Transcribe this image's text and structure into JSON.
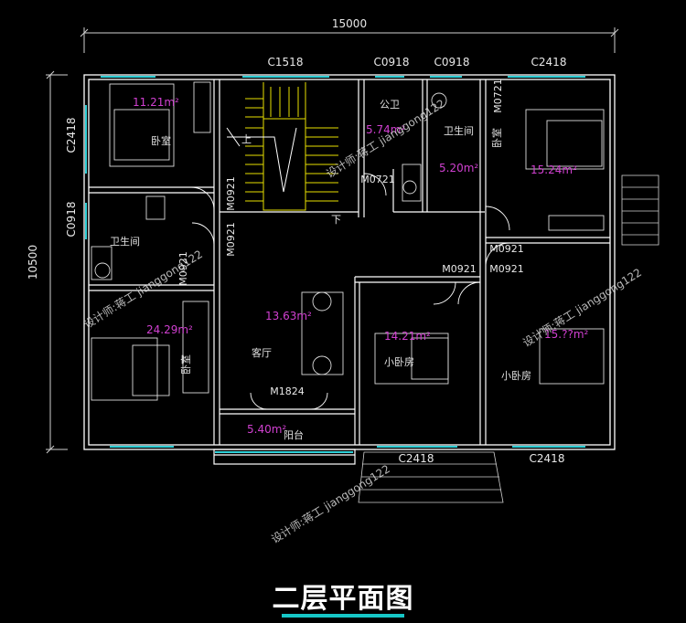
{
  "drawing": {
    "title": "二层平面图",
    "overall_width": "15000",
    "overall_depth": "10500",
    "dims_left": [
      "C2418",
      "C0918"
    ],
    "top_windows": [
      "C1518",
      "C0918",
      "C0918",
      "C2418"
    ],
    "bottom_windows": [
      "C2418",
      "C2418"
    ],
    "doors": {
      "m0921_a": "M0921",
      "m0921_b": "M0921",
      "m0921_c": "M0921",
      "m0921_d": "M0921",
      "m0921_e": "M0921",
      "m0921_f": "M0921",
      "m0721_a": "M0721",
      "m0721_b": "M0721",
      "m1824": "M1824"
    },
    "rooms": {
      "bedroom_nw": "卧室",
      "bathroom_w": "卫生间",
      "bedroom_sw": "卧室",
      "living": "客厅",
      "public_wc": "公卫",
      "bathroom_e": "卫生间",
      "bedroom_ne": "卧室",
      "small_bedroom_mid": "小卧房",
      "small_bedroom_e": "小卧房",
      "balcony": "阳台",
      "stair_up": "上",
      "stair_down": "下"
    },
    "areas": {
      "bedroom_nw": "11.21m²",
      "public_wc": "5.74m²",
      "bathroom_e": "5.20m²",
      "bedroom_ne": "15.24m²",
      "bedroom_sw": "24.29m²",
      "living": "13.63m²",
      "small_bedroom_mid": "14.21m²",
      "small_bedroom_e": "15.??m²",
      "balcony": "5.40m²"
    },
    "watermark": "设计师:蒋工 jianggong122",
    "colors": {
      "wall": "#ffffff",
      "window": "#2ecfd6",
      "stair": "#e8e000",
      "area_text": "#d040d0",
      "accent": "#16c7c7",
      "background": "#000000"
    }
  }
}
